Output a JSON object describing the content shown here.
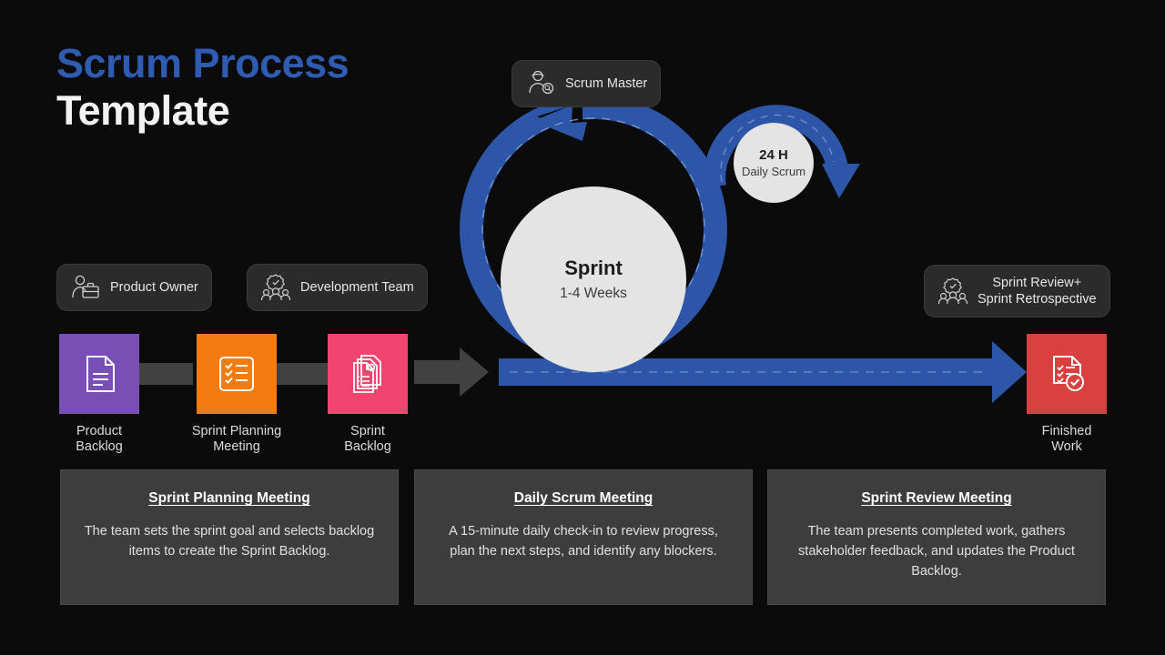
{
  "title": {
    "line1": "Scrum Process",
    "line2": "Template",
    "accent_color": "#2f5bb0"
  },
  "colors": {
    "background": "#0b0b0b",
    "blue": "#2d56a9",
    "badge_bg": "#2b2b2b",
    "connector_gray": "#414141",
    "card_bg": "#3d3d3d",
    "circle_fill": "#e4e4e4"
  },
  "badges": [
    {
      "id": "scrum-master",
      "label": "Scrum Master",
      "icon": "person-search-icon"
    },
    {
      "id": "product-owner",
      "label": "Product Owner",
      "icon": "person-briefcase-icon"
    },
    {
      "id": "dev-team",
      "label": "Development Team",
      "icon": "gear-people-icon"
    },
    {
      "id": "sprint-review",
      "label": "Sprint Review+\nSprint Retrospective",
      "icon": "gear-people-icon"
    }
  ],
  "sprint": {
    "title": "Sprint",
    "duration": "1-4 Weeks"
  },
  "daily_scrum": {
    "title": "24 H",
    "label": "Daily Scrum"
  },
  "tiles": [
    {
      "id": "product-backlog",
      "label": "Product\nBacklog",
      "color": "#7a4fb5",
      "icon": "document-icon"
    },
    {
      "id": "sprint-planning-meeting",
      "label": "Sprint Planning\nMeeting",
      "color": "#f47b10",
      "icon": "checklist-icon"
    },
    {
      "id": "sprint-backlog",
      "label": "Sprint\nBacklog",
      "color": "#f1446e",
      "icon": "stacked-docs-icon"
    },
    {
      "id": "finished-work",
      "label": "Finished\nWork",
      "color": "#d94141",
      "icon": "document-check-icon"
    }
  ],
  "descriptions": [
    {
      "title": "Sprint Planning Meeting",
      "body": "The team sets the sprint goal and selects backlog items to create the Sprint Backlog."
    },
    {
      "title": "Daily Scrum Meeting",
      "body": "A 15-minute daily check-in to review progress, plan the next steps, and identify any blockers."
    },
    {
      "title": "Sprint Review Meeting",
      "body": "The team presents completed work, gathers stakeholder feedback, and updates the Product Backlog."
    }
  ]
}
